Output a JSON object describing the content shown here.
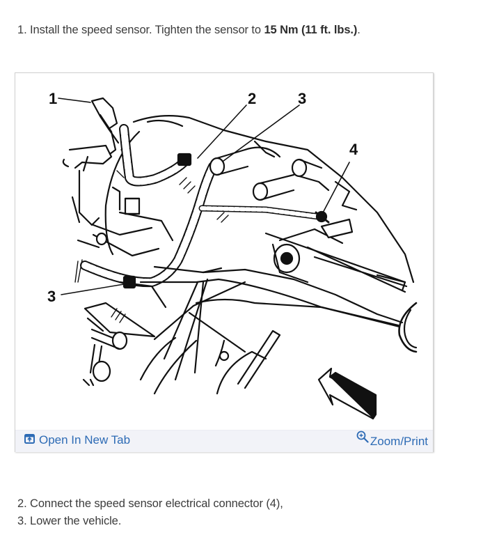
{
  "steps": [
    {
      "prefix": "1. Install the speed sensor. Tighten the sensor to ",
      "emphasis": "15 Nm (11 ft. lbs.)",
      "suffix": "."
    },
    {
      "text": "2. Connect the speed sensor electrical connector (4),"
    },
    {
      "text": "3. Lower the vehicle."
    }
  ],
  "figure": {
    "callouts": [
      "1",
      "2",
      "3",
      "4",
      "3"
    ],
    "toolbar": {
      "open_new_tab": {
        "label": "Open In New Tab",
        "icon": "open-in-new-tab-icon"
      },
      "zoom_print": {
        "label": "Zoom/Print",
        "icon": "zoom-in-magnifier-icon"
      },
      "link_color": "#2d6bb5",
      "background": "#f2f3f8"
    }
  }
}
